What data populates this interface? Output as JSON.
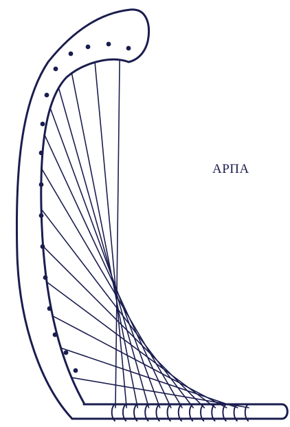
{
  "label": "ΑΡΠΑ",
  "colors": {
    "ink": "#1a1d4e",
    "background": "#ffffff"
  },
  "harp": {
    "string_count": 13,
    "bead_count": 16
  }
}
